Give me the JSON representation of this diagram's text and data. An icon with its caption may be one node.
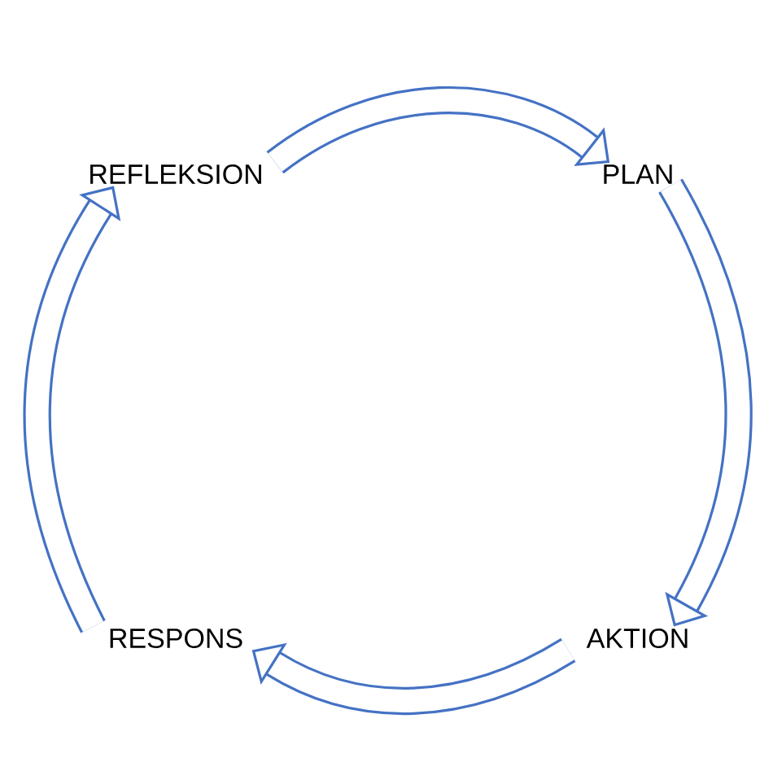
{
  "diagram": {
    "nodes": [
      {
        "text": [
          "REFLEKSION"
        ]
      },
      {
        "text": [
          "PLAN"
        ]
      },
      {
        "text": [
          "AKTION"
        ]
      },
      {
        "text": [
          "RESPONS"
        ]
      }
    ],
    "edges": [
      {
        "from": 0,
        "to": 1,
        "arrow": "to"
      },
      {
        "from": 1,
        "to": 2,
        "arrow": "to"
      },
      {
        "from": 2,
        "to": 3,
        "arrow": "to"
      },
      {
        "from": 3,
        "to": 0,
        "arrow": "to"
      }
    ]
  }
}
